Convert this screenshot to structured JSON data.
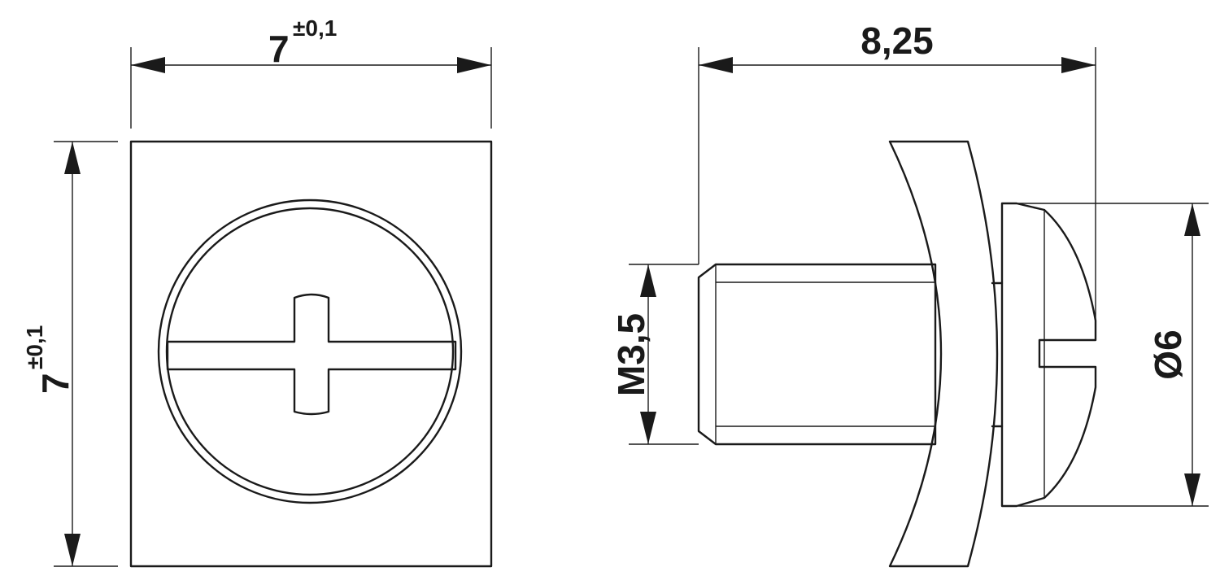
{
  "colors": {
    "ink": "#1a1a1a",
    "background": "#ffffff"
  },
  "front_view": {
    "width_dimension": {
      "value": "7",
      "tolerance": "±0,1"
    },
    "height_dimension": {
      "value": "7",
      "tolerance": "±0,1"
    }
  },
  "side_view": {
    "length_dimension": {
      "value": "8,25"
    },
    "thread_dimension": {
      "value": "M3,5"
    },
    "head_diameter_dimension": {
      "value": "Ø6"
    }
  }
}
